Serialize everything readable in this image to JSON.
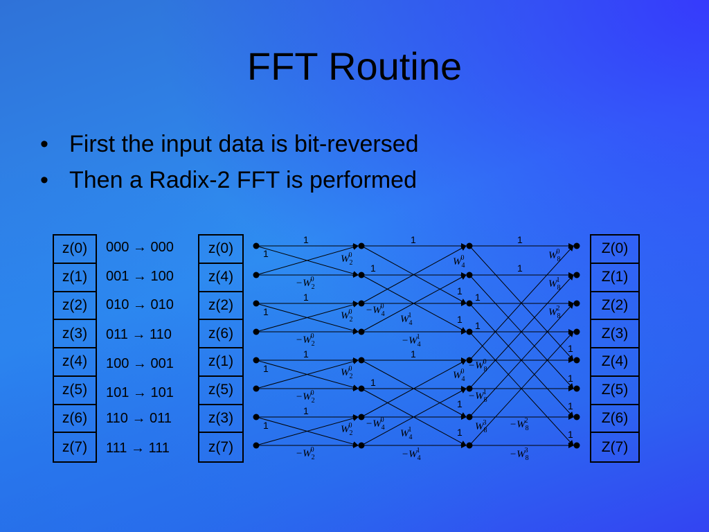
{
  "title": "FFT Routine",
  "bullets": [
    {
      "marker": "•",
      "text": "First the input data is bit-reversed"
    },
    {
      "marker": "•",
      "text": "Then a Radix-2 FFT is performed"
    }
  ],
  "input_column": [
    "z(0)",
    "z(1)",
    "z(2)",
    "z(3)",
    "z(4)",
    "z(5)",
    "z(6)",
    "z(7)"
  ],
  "bit_reversal": [
    "000 → 000",
    "001 → 100",
    "010 → 010",
    "011 → 110",
    "100 → 001",
    "101 → 101",
    "110 → 011",
    "111 → 111"
  ],
  "reordered_column": [
    "z(0)",
    "z(4)",
    "z(2)",
    "z(6)",
    "z(1)",
    "z(5)",
    "z(3)",
    "z(7)"
  ],
  "output_column": [
    "Z(0)",
    "Z(1)",
    "Z(2)",
    "Z(3)",
    "Z(4)",
    "Z(5)",
    "Z(6)",
    "Z(7)"
  ],
  "butterfly": {
    "unity_label": "1",
    "stage1_pos": {
      "base": "W",
      "sub": "2",
      "sup": "0"
    },
    "stage1_neg": {
      "sign": "−",
      "base": "W",
      "sub": "2",
      "sup": "0"
    },
    "stage2_w40": {
      "base": "W",
      "sub": "4",
      "sup": "0"
    },
    "stage2_w41": {
      "base": "W",
      "sub": "4",
      "sup": "1"
    },
    "stage2_negw40": {
      "sign": "−",
      "base": "W",
      "sub": "4",
      "sup": "0"
    },
    "stage2_negw41": {
      "sign": "−",
      "base": "W",
      "sub": "4",
      "sup": "1"
    },
    "stage3_w80": {
      "base": "W",
      "sub": "8",
      "sup": "0"
    },
    "stage3_w81": {
      "base": "W",
      "sub": "8",
      "sup": "1"
    },
    "stage3_w82": {
      "base": "W",
      "sub": "8",
      "sup": "2"
    },
    "stage3_w83": {
      "base": "W",
      "sub": "8",
      "sup": "3"
    },
    "stage3_negw80": {
      "sign": "−",
      "base": "W",
      "sub": "8",
      "sup": "0"
    },
    "stage3_negw81": {
      "sign": "−",
      "base": "W",
      "sub": "8",
      "sup": "1"
    },
    "stage3_negw82": {
      "sign": "−",
      "base": "W",
      "sub": "8",
      "sup": "2"
    },
    "stage3_negw83": {
      "sign": "−",
      "base": "W",
      "sub": "8",
      "sup": "3"
    }
  }
}
